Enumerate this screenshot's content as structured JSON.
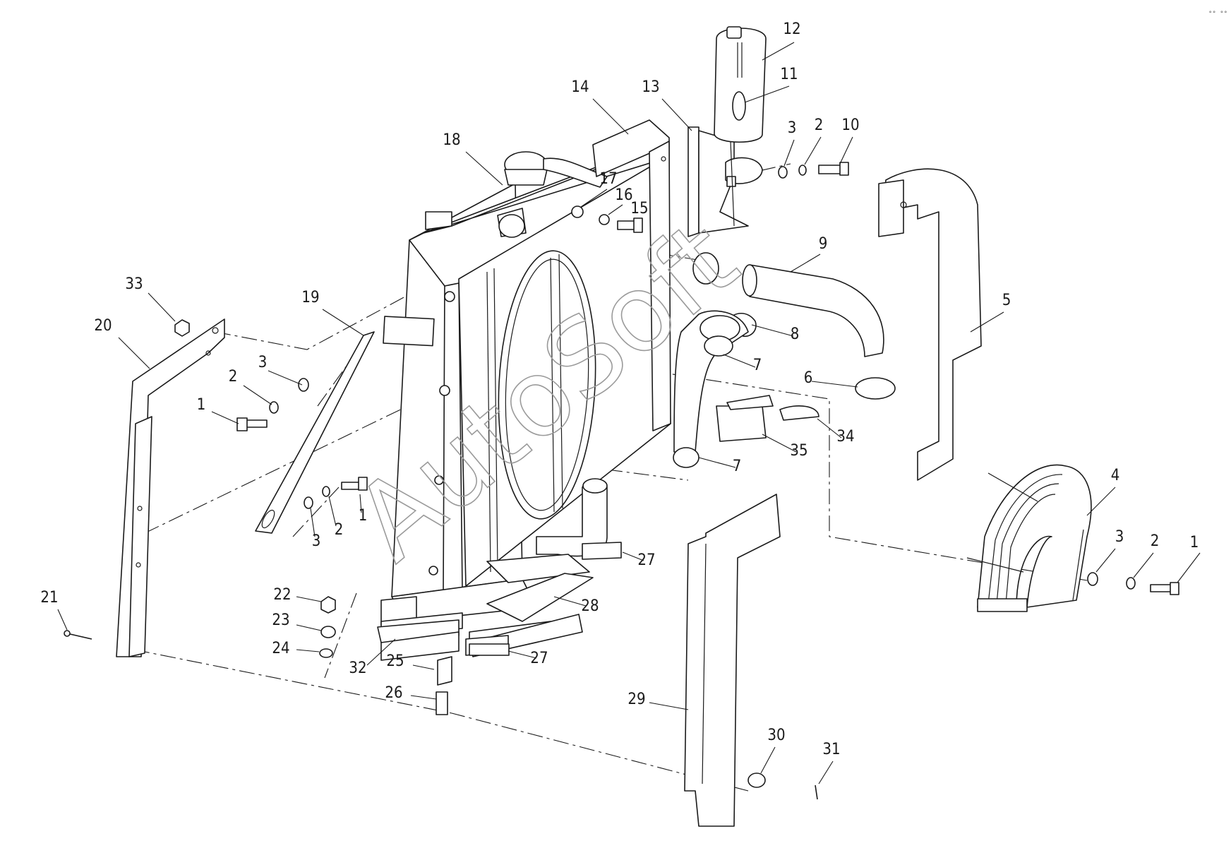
{
  "watermark": "AutoSoft",
  "corner_mark": "°° °°",
  "callouts": [
    {
      "id": "12",
      "label": "12"
    },
    {
      "id": "11",
      "label": "11"
    },
    {
      "id": "3a",
      "label": "3"
    },
    {
      "id": "2a",
      "label": "2"
    },
    {
      "id": "10",
      "label": "10"
    },
    {
      "id": "14",
      "label": "14"
    },
    {
      "id": "13",
      "label": "13"
    },
    {
      "id": "18",
      "label": "18"
    },
    {
      "id": "17",
      "label": "17"
    },
    {
      "id": "16",
      "label": "16"
    },
    {
      "id": "15",
      "label": "15"
    },
    {
      "id": "9",
      "label": "9"
    },
    {
      "id": "5",
      "label": "5"
    },
    {
      "id": "8",
      "label": "8"
    },
    {
      "id": "7a",
      "label": "7"
    },
    {
      "id": "6",
      "label": "6"
    },
    {
      "id": "33",
      "label": "33"
    },
    {
      "id": "20",
      "label": "20"
    },
    {
      "id": "19",
      "label": "19"
    },
    {
      "id": "3b",
      "label": "3"
    },
    {
      "id": "2b",
      "label": "2"
    },
    {
      "id": "1a",
      "label": "1"
    },
    {
      "id": "34",
      "label": "34"
    },
    {
      "id": "35",
      "label": "35"
    },
    {
      "id": "7b",
      "label": "7"
    },
    {
      "id": "4",
      "label": "4"
    },
    {
      "id": "1b",
      "label": "1"
    },
    {
      "id": "2c",
      "label": "2"
    },
    {
      "id": "3c",
      "label": "3"
    },
    {
      "id": "3d",
      "label": "3"
    },
    {
      "id": "2d",
      "label": "2"
    },
    {
      "id": "1c",
      "label": "1"
    },
    {
      "id": "27a",
      "label": "27"
    },
    {
      "id": "21",
      "label": "21"
    },
    {
      "id": "22",
      "label": "22"
    },
    {
      "id": "28",
      "label": "28"
    },
    {
      "id": "23",
      "label": "23"
    },
    {
      "id": "24",
      "label": "24"
    },
    {
      "id": "32",
      "label": "32"
    },
    {
      "id": "25",
      "label": "25"
    },
    {
      "id": "27b",
      "label": "27"
    },
    {
      "id": "26",
      "label": "26"
    },
    {
      "id": "29",
      "label": "29"
    },
    {
      "id": "30",
      "label": "30"
    },
    {
      "id": "31",
      "label": "31"
    }
  ]
}
